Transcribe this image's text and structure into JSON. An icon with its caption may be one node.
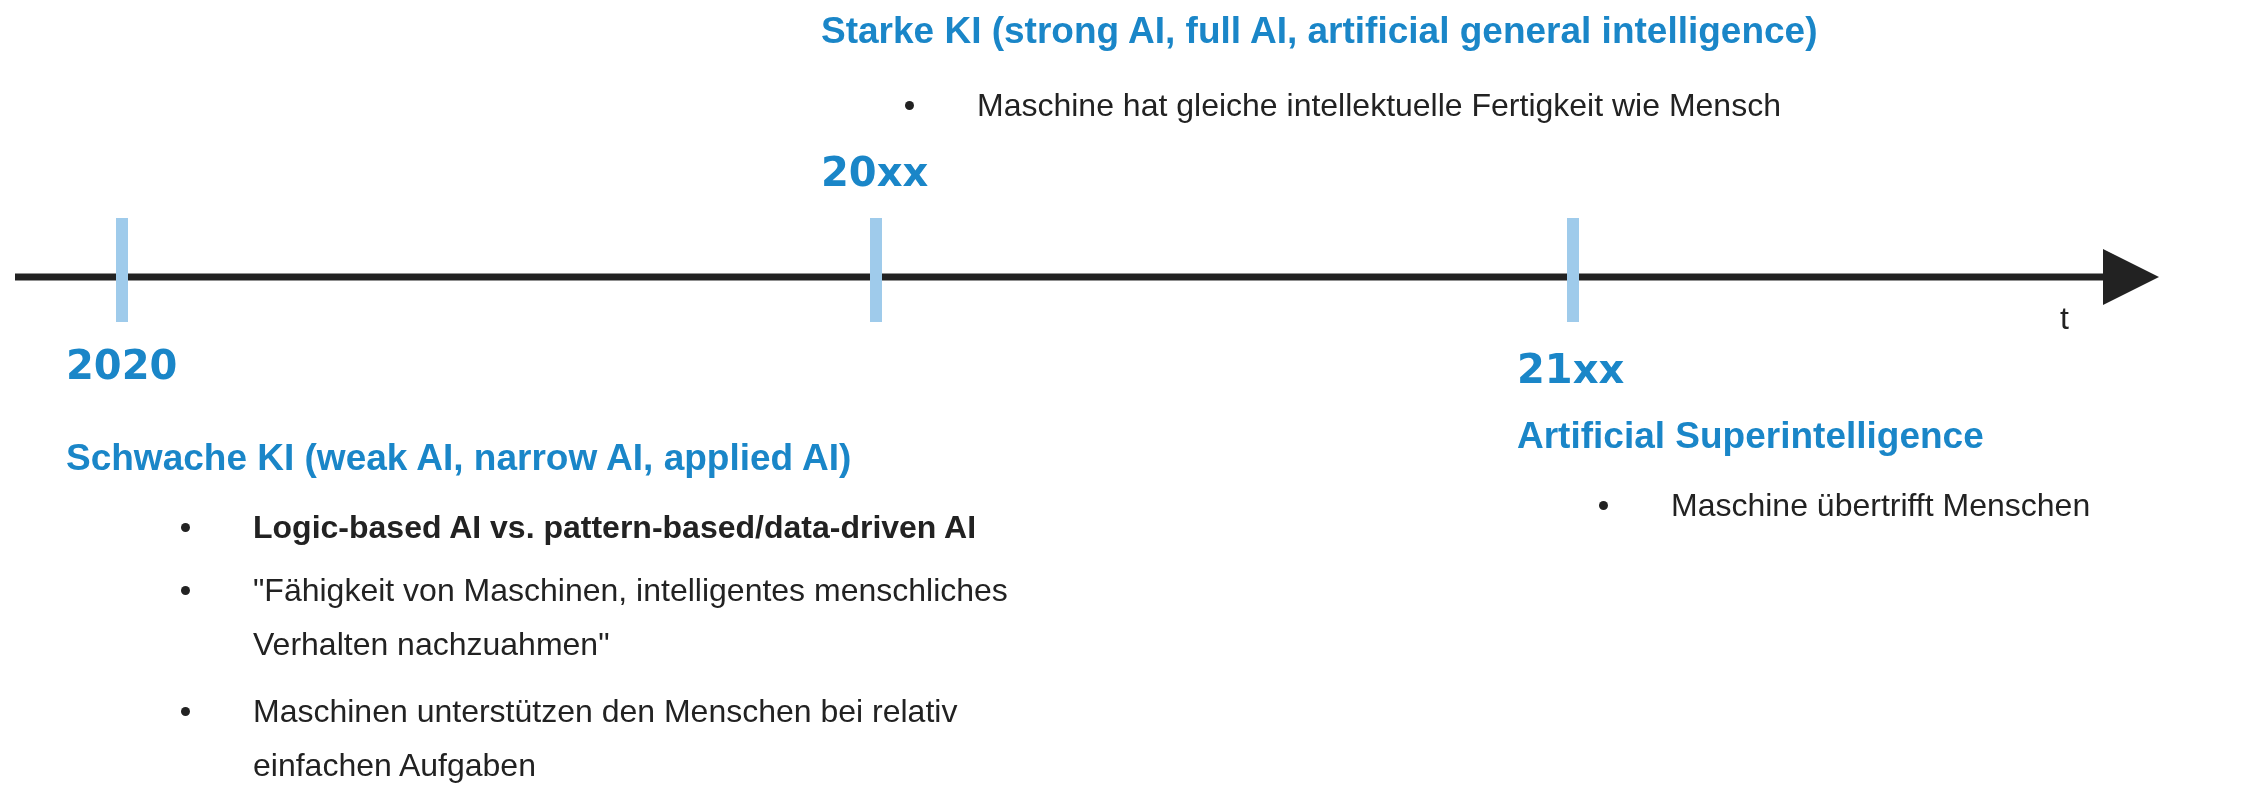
{
  "diagram": {
    "labels": [
      "Starke KI (strong AI, full AI, artificial general intelligence)",
      "Maschine hat gleiche intellektuelle Fertigkeit wie Mensch",
      "20xx",
      "t",
      "2020",
      "21xx",
      "Schwache KI (weak AI, narrow AI, applied AI)",
      "Artificial Superintelligence",
      "Logic-based AI vs. pattern-based/data-driven AI",
      "Maschine übertrifft Menschen",
      "\"Fähigkeit von Maschinen, intelligentes menschliches Verhalten nachzuahmen\"",
      "Maschinen unterstützen den Menschen bei relativ einfachen Aufgaben"
    ]
  }
}
